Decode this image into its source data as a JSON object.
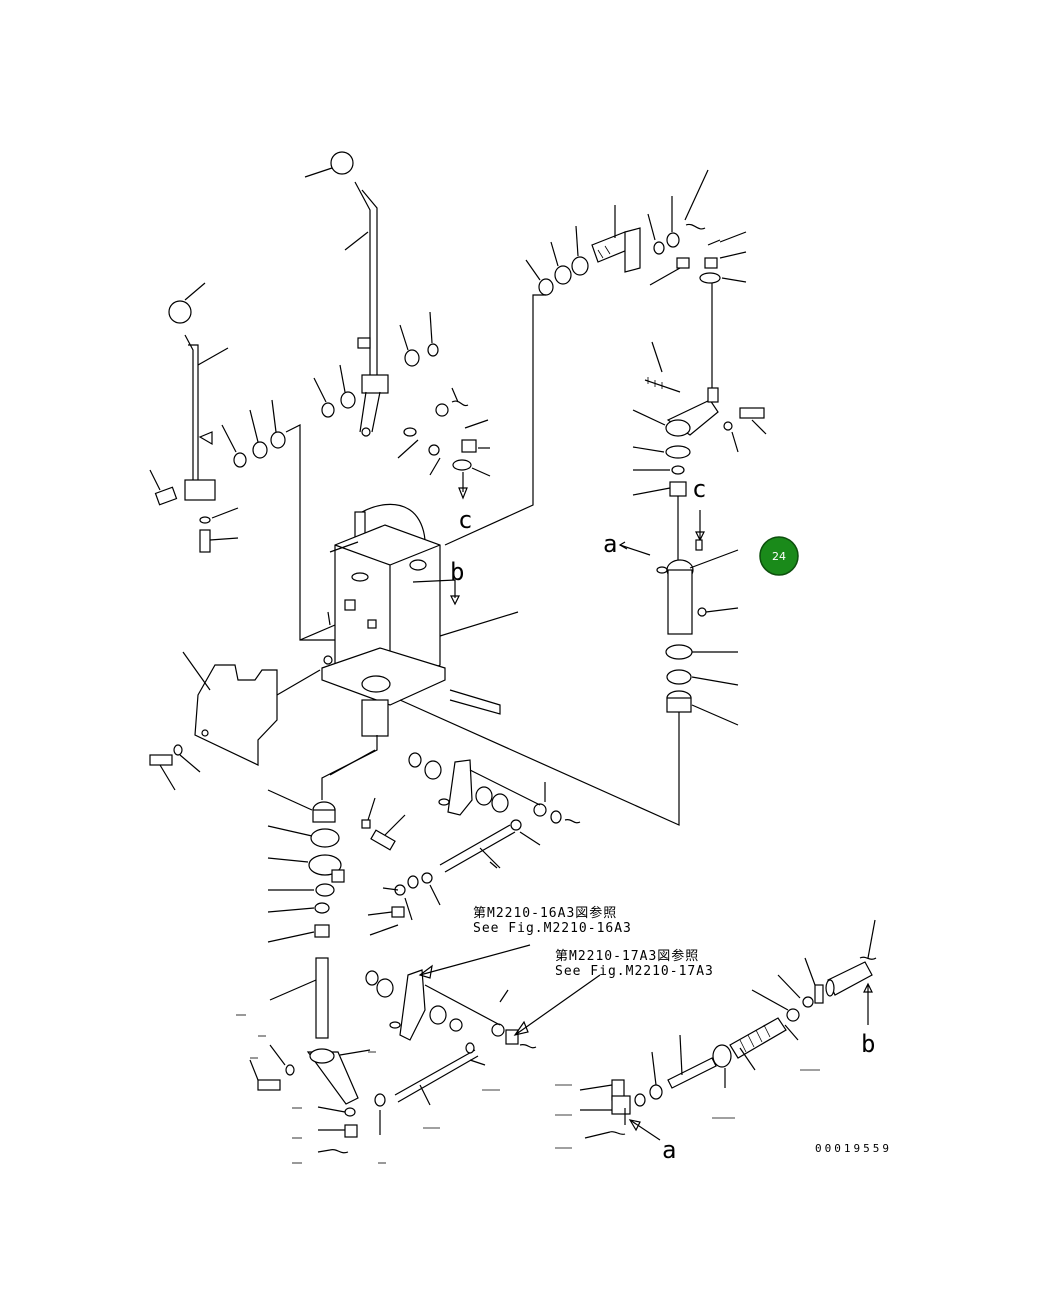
{
  "badge": {
    "label": "24",
    "color": "#1a8a1a"
  },
  "callouts": {
    "a": "a",
    "b": "b",
    "c": "c"
  },
  "refs": {
    "ref1_jp": "第M2210-16A3図参照",
    "ref1_en": "See Fig.M2210-16A3",
    "ref2_jp": "第M2210-17A3図参照",
    "ref2_en": "See Fig.M2210-17A3"
  },
  "drawing_number": "00019559"
}
